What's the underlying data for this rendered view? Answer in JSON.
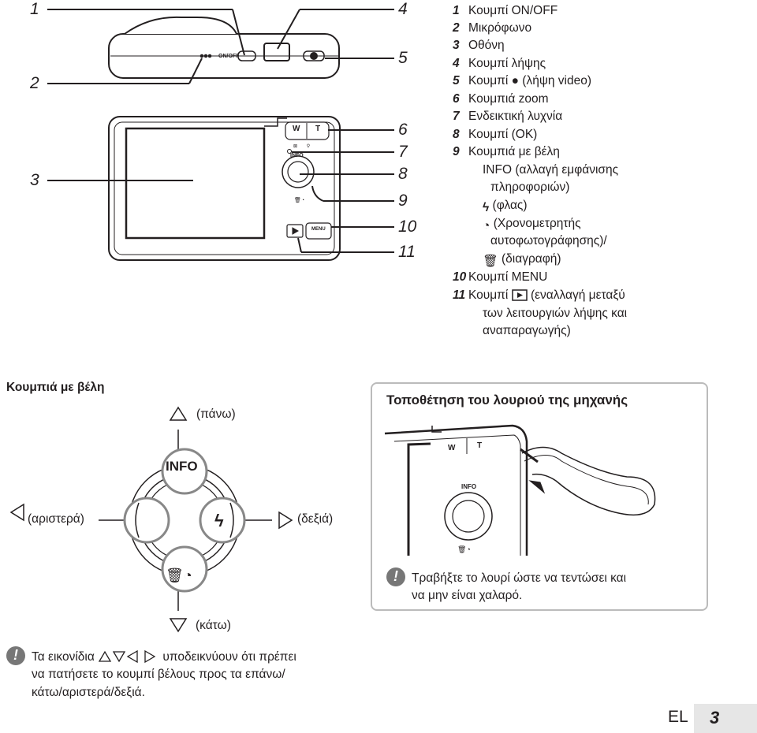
{
  "callouts": [
    "1",
    "2",
    "3",
    "4",
    "5",
    "6",
    "7",
    "8",
    "9",
    "10",
    "11"
  ],
  "camera_labels": {
    "onoff": "ON/OFF",
    "zoom_w": "W",
    "zoom_t": "T",
    "info": "INFO",
    "menu": "MENU"
  },
  "legend": [
    {
      "num": "1",
      "text": "Κουμπί ON/OFF"
    },
    {
      "num": "2",
      "text": "Μικρόφωνο"
    },
    {
      "num": "3",
      "text": "Οθόνη"
    },
    {
      "num": "4",
      "text": "Κουμπί λήψης"
    },
    {
      "num": "5",
      "text": "Κουμπί ● (λήψη video)"
    },
    {
      "num": "6",
      "text": "Κουμπιά zoom"
    },
    {
      "num": "7",
      "text": "Ενδεικτική λυχνία"
    },
    {
      "num": "8",
      "text": "Κουμπί (OK)"
    },
    {
      "num": "9",
      "text": "Κουμπιά με βέλη"
    }
  ],
  "legend9_sub": {
    "info": "INFO (αλλαγή εμφάνισης",
    "info2": "πληροφοριών)",
    "flash": "(φλας)",
    "timer": "(Χρονομετρητής",
    "timer2": "αυτοφωτογράφησης)/",
    "trash": "(διαγραφή)"
  },
  "legend10": {
    "num": "10",
    "text": "Κουμπί MENU"
  },
  "legend11": {
    "num": "11",
    "text": "(εναλλαγή μεταξύ",
    "prefix": "Κουμπί",
    "line2": "των λειτουργιών λήψης και",
    "line3": "αναπαραγωγής)"
  },
  "arrows": {
    "heading": "Κουμπιά με βέλη",
    "up": "(πάνω)",
    "left": "(αριστερά)",
    "right": "(δεξιά)",
    "down": "(κάτω)",
    "info": "INFO"
  },
  "strap": {
    "heading": "Τοποθέτηση του λουριού της μηχανής",
    "note_line1": "Τραβήξτε το λουρί ώστε να τεντώσει και",
    "note_line2": "να μην είναι χαλαρό.",
    "cam_w": "W",
    "cam_t": "T",
    "cam_info": "INFO"
  },
  "bottom_note": {
    "p1": "Τα εικονίδια",
    "p2": "υποδεικνύουν ότι πρέπει",
    "line2": "να πατήσετε το κουμπί βέλους προς τα επάνω/",
    "line3": "κάτω/αριστερά/δεξιά."
  },
  "footer": {
    "lang": "EL",
    "page": "3"
  }
}
